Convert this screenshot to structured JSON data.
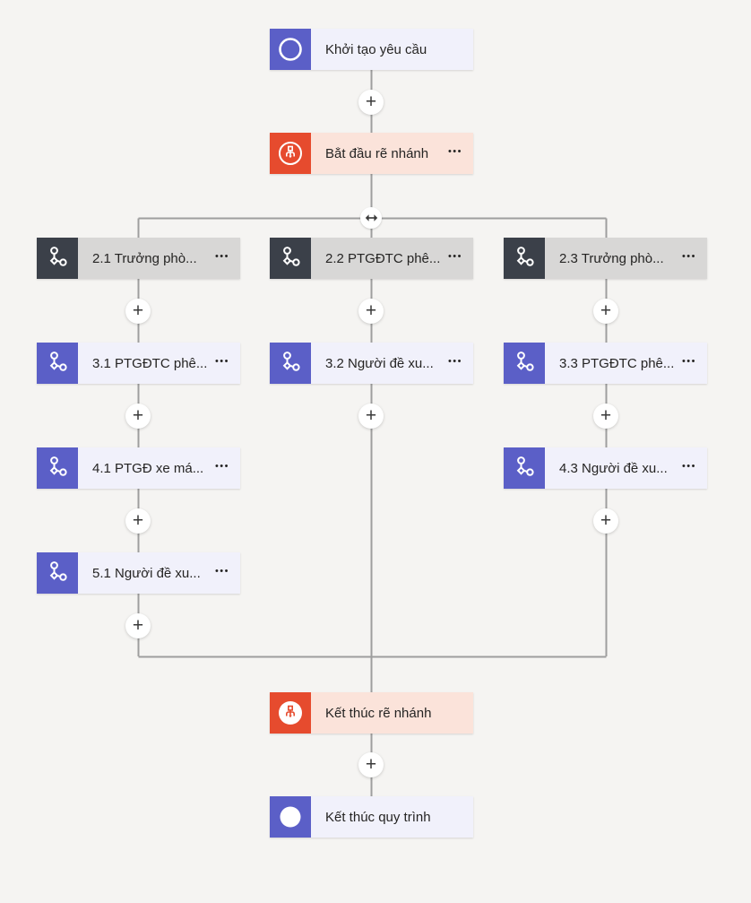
{
  "ui": {
    "plus_glyph": "+",
    "menu_glyph": "•••"
  },
  "colors": {
    "canvas_bg": "#f5f4f2",
    "connector": "#9e9e9e",
    "accent_purple": "#5b5fc7",
    "accent_red": "#e64b2e",
    "step_dark": "#3b4049",
    "label_bg_lavender": "#f1f1fb",
    "label_bg_peach": "#fbe3da",
    "label_bg_gray": "#d8d7d6",
    "text": "#252423"
  },
  "nodes": {
    "start": {
      "label": "Khởi tạo yêu cầu",
      "icon": "flow-start-icon",
      "has_menu": false
    },
    "branch_start": {
      "label": "Bắt đầu rẽ nhánh",
      "icon": "branch-split-icon",
      "has_menu": true
    },
    "s21": {
      "label": "2.1 Trưởng phò...",
      "icon": "approval-step-icon",
      "has_menu": true
    },
    "s22": {
      "label": "2.2 PTGĐTC phê...",
      "icon": "approval-step-icon",
      "has_menu": true
    },
    "s23": {
      "label": "2.3 Trưởng phò...",
      "icon": "approval-step-icon",
      "has_menu": true
    },
    "s31": {
      "label": "3.1 PTGĐTC phê...",
      "icon": "approval-step-icon",
      "has_menu": true
    },
    "s32": {
      "label": "3.2 Người đề xu...",
      "icon": "approval-step-icon",
      "has_menu": true
    },
    "s33": {
      "label": "3.3 PTGĐTC phê...",
      "icon": "approval-step-icon",
      "has_menu": true
    },
    "s41": {
      "label": "4.1 PTGĐ xe má...",
      "icon": "approval-step-icon",
      "has_menu": true
    },
    "s43": {
      "label": "4.3 Người đề xu...",
      "icon": "approval-step-icon",
      "has_menu": true
    },
    "s51": {
      "label": "5.1 Người đề xu...",
      "icon": "approval-step-icon",
      "has_menu": true
    },
    "branch_end": {
      "label": "Kết thúc rẽ nhánh",
      "icon": "branch-merge-icon",
      "has_menu": false
    },
    "end": {
      "label": "Kết thúc quy trình",
      "icon": "flow-end-icon",
      "has_menu": false
    }
  }
}
